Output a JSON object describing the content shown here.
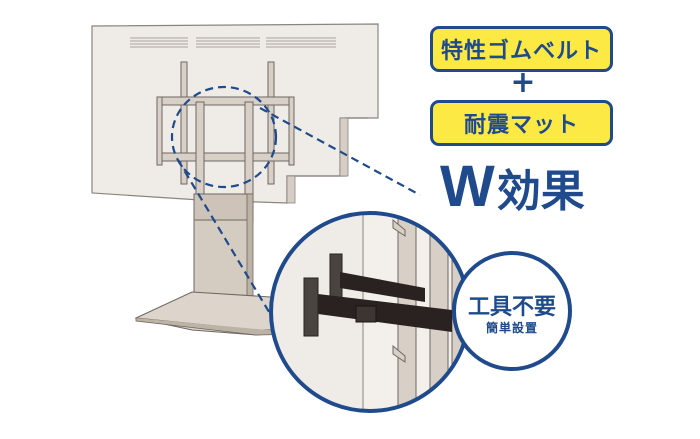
{
  "feature_boxes": [
    {
      "label": "特性ゴムベルト"
    },
    {
      "label": "耐震マット"
    }
  ],
  "plus_sign": "+",
  "headline": {
    "letter": "W",
    "text": "効果"
  },
  "tool_badge": {
    "title": "工具不要",
    "subtitle": "簡単設置"
  },
  "colors": {
    "accent_blue": "#1f4a8c",
    "badge_yellow": "#fde943",
    "panel_beige": "#efeae4",
    "frame_taupe": "#cdc3b8",
    "strap_dark": "#2a2220"
  },
  "illustration": {
    "subject": "tv-stand-with-anti-seismic-belt",
    "detail_callout": "belt-attached-to-wall-and-tv-frame"
  }
}
